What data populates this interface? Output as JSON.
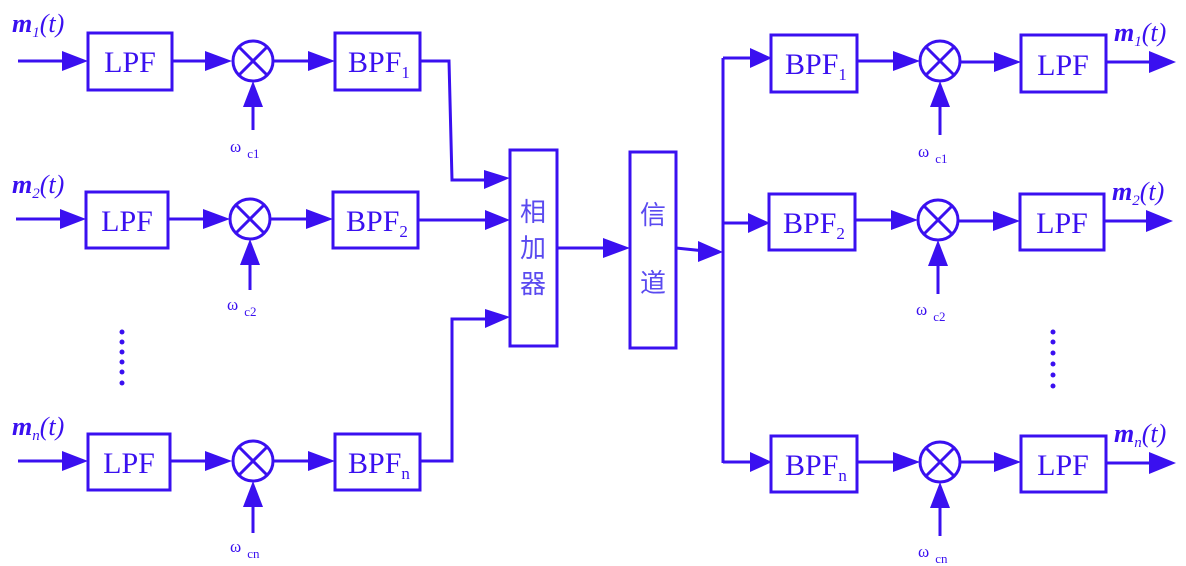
{
  "diagram": {
    "title": "",
    "color": "#3a10f0",
    "transmitter": {
      "channels": [
        {
          "input": {
            "var": "m",
            "sub": "1",
            "arg": "(t)"
          },
          "lpf": "LPF",
          "bpf": {
            "base": "BPF",
            "sub": "1"
          },
          "carrier": {
            "symbol": "ω",
            "sub": "c1"
          }
        },
        {
          "input": {
            "var": "m",
            "sub": "2",
            "arg": "(t)"
          },
          "lpf": "LPF",
          "bpf": {
            "base": "BPF",
            "sub": "2"
          },
          "carrier": {
            "symbol": "ω",
            "sub": "c2"
          }
        },
        {
          "input": {
            "var": "m",
            "sub": "n",
            "arg": "(t)"
          },
          "lpf": "LPF",
          "bpf": {
            "base": "BPF",
            "sub": "n"
          },
          "carrier": {
            "symbol": "ω",
            "sub": "cn"
          }
        }
      ],
      "ellipsis": "⋮"
    },
    "adder": {
      "label": [
        "相",
        "加",
        "器"
      ]
    },
    "channel": {
      "label": [
        "信",
        "道"
      ]
    },
    "receiver": {
      "channels": [
        {
          "bpf": {
            "base": "BPF",
            "sub": "1"
          },
          "carrier": {
            "symbol": "ω",
            "sub": "c1"
          },
          "lpf": "LPF",
          "output": {
            "var": "m",
            "sub": "1",
            "arg": "(t)"
          }
        },
        {
          "bpf": {
            "base": "BPF",
            "sub": "2"
          },
          "carrier": {
            "symbol": "ω",
            "sub": "c2"
          },
          "lpf": "LPF",
          "output": {
            "var": "m",
            "sub": "2",
            "arg": "(t)"
          }
        },
        {
          "bpf": {
            "base": "BPF",
            "sub": "n"
          },
          "carrier": {
            "symbol": "ω",
            "sub": "cn"
          },
          "lpf": "LPF",
          "output": {
            "var": "m",
            "sub": "n",
            "arg": "(t)"
          }
        }
      ],
      "ellipsis": "⋮"
    }
  }
}
